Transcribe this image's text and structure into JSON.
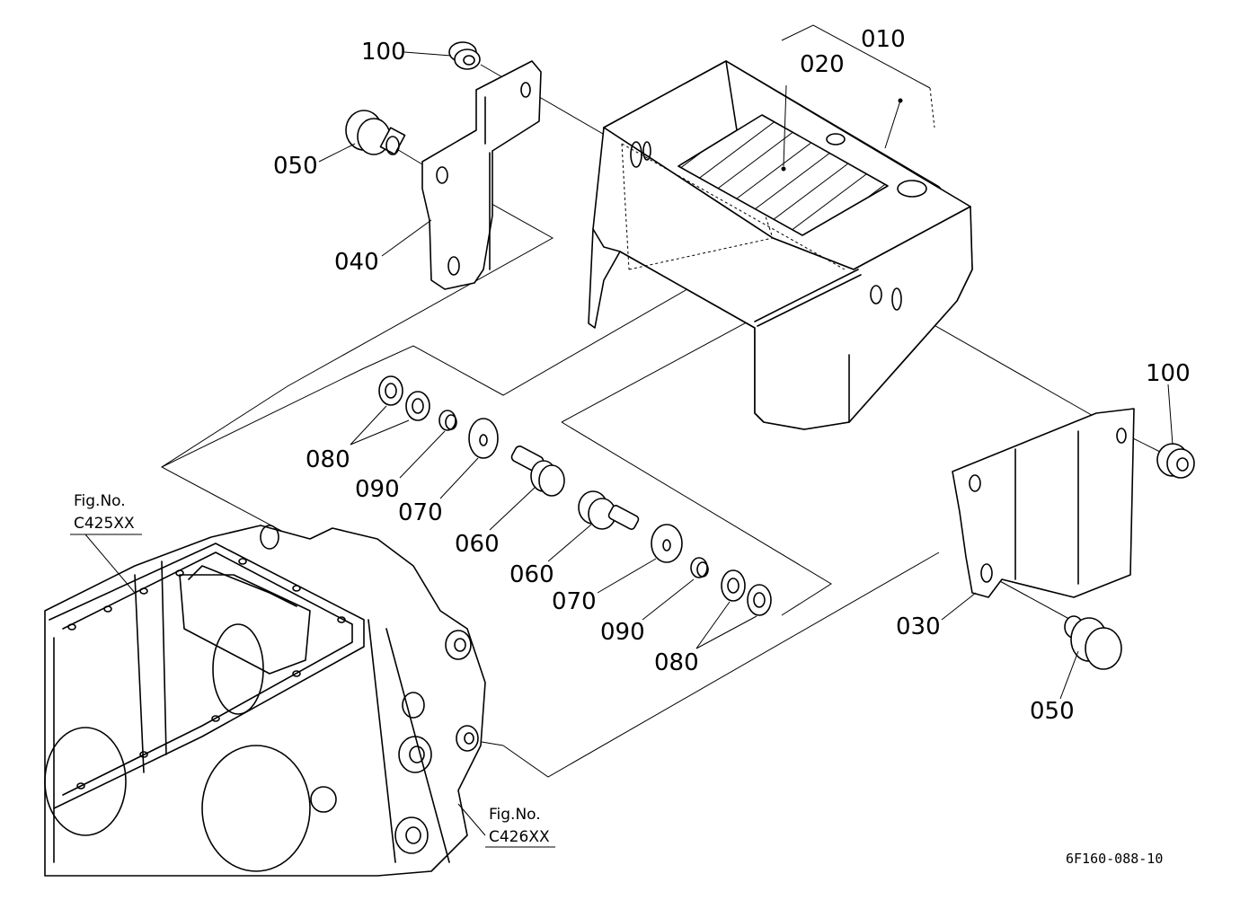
{
  "labels": {
    "p010": "010",
    "p020": "020",
    "p030": "030",
    "p040": "040",
    "p050a": "050",
    "p050b": "050",
    "p060a": "060",
    "p060b": "060",
    "p070a": "070",
    "p070b": "070",
    "p080a": "080",
    "p080b": "080",
    "p090a": "090",
    "p090b": "090",
    "p100a": "100",
    "p100b": "100"
  },
  "refs": {
    "fig_a_line1": "Fig.No.",
    "fig_a_line2": "C425XX",
    "fig_b_line1": "Fig.No.",
    "fig_b_line2": "C426XX"
  },
  "drawing_code": "6F160-088-10"
}
